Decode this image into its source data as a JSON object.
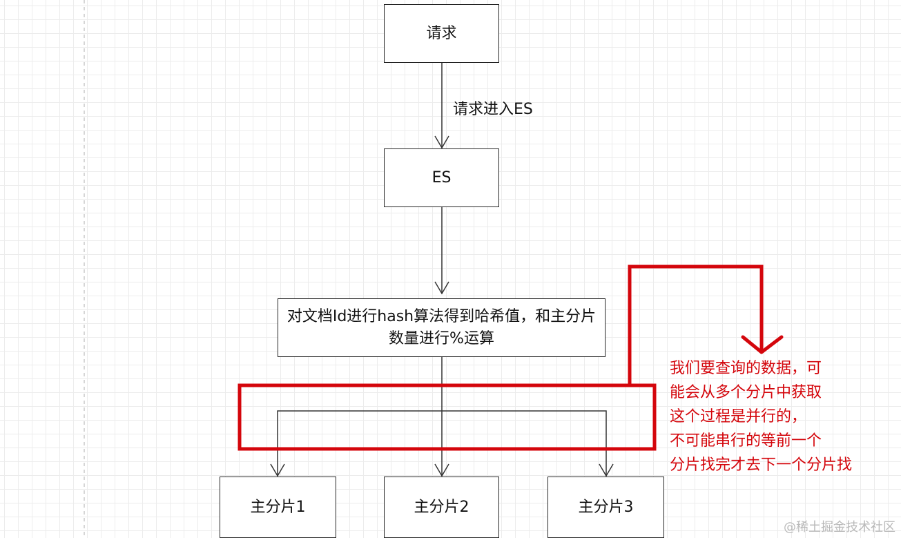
{
  "nodes": {
    "request": "请求",
    "es": "ES",
    "hash": "对文档Id进行hash算法得到哈希值，和主分片数量进行%运算",
    "shard1": "主分片1",
    "shard2": "主分片2",
    "shard3": "主分片3"
  },
  "edges": {
    "request_to_es": "请求进入ES"
  },
  "annotation": {
    "lines": [
      "我们要查询的数据，可",
      "能会从多个分片中获取",
      "这个过程是并行的，",
      "不可能串行的等前一个",
      "分片找完才去下一个分片找"
    ]
  },
  "colors": {
    "annotation": "#d4060c",
    "grid": "#ececec"
  },
  "watermark": "@稀土掘金技术社区"
}
